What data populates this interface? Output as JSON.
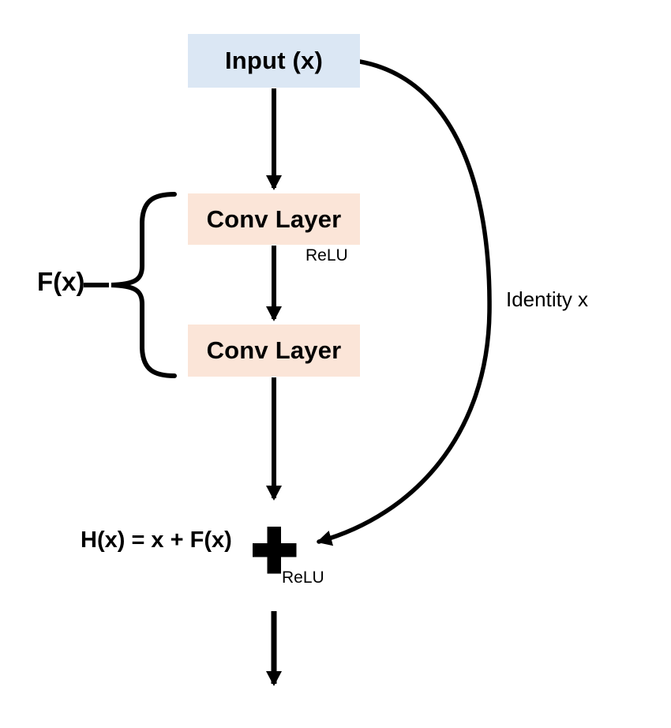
{
  "diagram": {
    "type": "residual-block",
    "nodes": {
      "input": {
        "label": "Input (x)",
        "fill": "#dbe7f4"
      },
      "conv1": {
        "label": "Conv Layer",
        "fill": "#fbe5d8"
      },
      "conv2": {
        "label": "Conv Layer",
        "fill": "#fbe5d8"
      }
    },
    "annotations": {
      "relu_after_conv1": "ReLU",
      "relu_after_add": "ReLU",
      "residual_function": "F(x)",
      "skip_connection": "Identity x",
      "equation": "H(x) = x + F(x)"
    },
    "colors": {
      "input_fill": "#dbe7f4",
      "conv_fill": "#fbe5d8",
      "line": "#000000"
    }
  }
}
